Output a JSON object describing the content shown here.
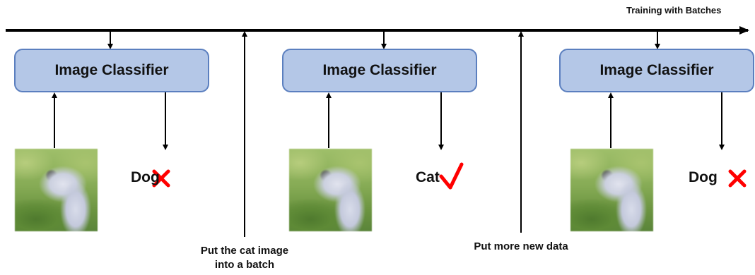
{
  "timeline": {
    "title": "Training with Batches"
  },
  "stages": [
    {
      "classifier_label": "Image Classifier",
      "prediction": "Dog",
      "result": "wrong",
      "result_icon": "cross-icon",
      "result_color": "#ff0000"
    },
    {
      "classifier_label": "Image Classifier",
      "prediction": "Cat",
      "result": "correct",
      "result_icon": "check-icon",
      "result_color": "#ff0000"
    },
    {
      "classifier_label": "Image Classifier",
      "prediction": "Dog",
      "result": "wrong",
      "result_icon": "cross-icon",
      "result_color": "#ff0000"
    }
  ],
  "annotations": {
    "put_cat": {
      "line1": "Put the cat image",
      "line2": "into a batch"
    },
    "put_more": {
      "line1": "Put more new data"
    }
  },
  "colors": {
    "box_fill": "#b4c7e7",
    "box_border": "#5b7fbf",
    "arrow": "#000000",
    "mark": "#ff0000"
  }
}
